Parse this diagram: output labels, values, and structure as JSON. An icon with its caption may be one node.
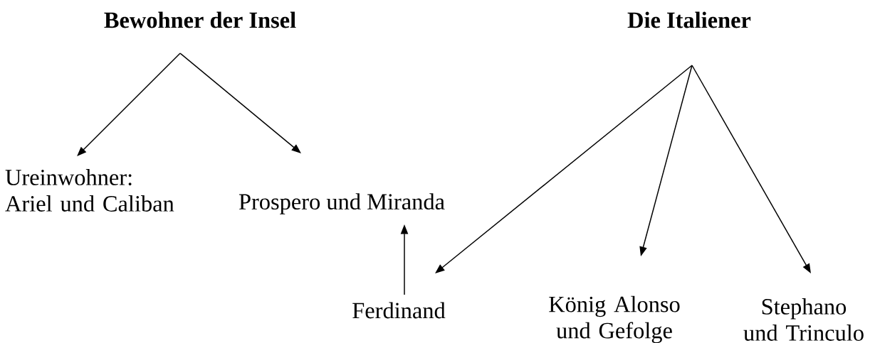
{
  "diagram": {
    "nodes": [
      {
        "text": [
          "Bewohner der Insel"
        ]
      },
      {
        "text": [
          "Ureinwohner: Ariel und Caliban"
        ]
      },
      {
        "text": [
          "Prospero und Miranda"
        ]
      },
      {
        "text": [
          "Die Italiener"
        ]
      },
      {
        "text": [
          "Ferdinand"
        ]
      },
      {
        "text": [
          "König Alonso und Gefolge"
        ]
      },
      {
        "text": [
          "Stephano und Trinculo"
        ]
      }
    ],
    "edges": [
      {
        "from": 0,
        "to": 1,
        "arrow": "to"
      },
      {
        "from": 0,
        "to": 2,
        "arrow": "to"
      },
      {
        "from": 4,
        "to": 2,
        "arrow": "to"
      },
      {
        "from": 3,
        "to": 4,
        "arrow": "to"
      },
      {
        "from": 3,
        "to": 5,
        "arrow": "to"
      },
      {
        "from": 3,
        "to": 6,
        "arrow": "to"
      }
    ]
  }
}
